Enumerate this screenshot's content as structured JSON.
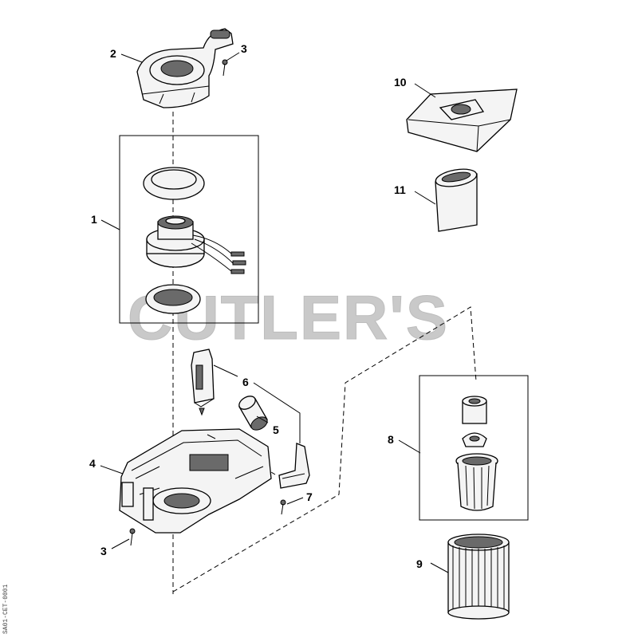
{
  "watermark": "CUTLER'S",
  "diagram_code": "SA01-CET-0001",
  "callouts": {
    "c1": "1",
    "c2": "2",
    "c3a": "3",
    "c3b": "3",
    "c4": "4",
    "c5": "5",
    "c6": "6",
    "c7": "7",
    "c8": "8",
    "c9": "9",
    "c10": "10",
    "c11": "11"
  }
}
